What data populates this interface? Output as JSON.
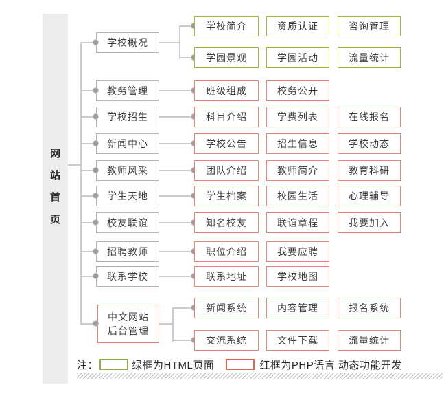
{
  "root": {
    "label": "网站首页",
    "chars": [
      "网",
      "站",
      "首",
      "页"
    ]
  },
  "tree": {
    "groups": [
      {
        "parent": "学校概况",
        "box_type": "green",
        "rows": [
          [
            "学校简介",
            "资质认证",
            "咨询管理"
          ],
          [
            "学园景观",
            "学园活动",
            "流量统计"
          ]
        ]
      },
      {
        "parent": "教务管理",
        "box_type": "red",
        "rows": [
          [
            "班级组成",
            "校务公开"
          ]
        ]
      },
      {
        "parent": "学校招生",
        "box_type": "red",
        "rows": [
          [
            "科目介绍",
            "学费列表",
            "在线报名"
          ]
        ]
      },
      {
        "parent": "新闻中心",
        "box_type": "red",
        "rows": [
          [
            "学校公告",
            "招生信息",
            "学校动态"
          ]
        ]
      },
      {
        "parent": "教师风采",
        "box_type": "red",
        "rows": [
          [
            "团队介绍",
            "教师简介",
            "教育科研"
          ]
        ]
      },
      {
        "parent": "学生天地",
        "box_type": "red",
        "rows": [
          [
            "学生档案",
            "校园生活",
            "心理辅导"
          ]
        ]
      },
      {
        "parent": "校友联谊",
        "box_type": "red",
        "rows": [
          [
            "知名校友",
            "联谊章程",
            "我要加入"
          ]
        ]
      },
      {
        "parent": "招聘教师",
        "box_type": "red",
        "rows": [
          [
            "职位介绍",
            "我要应聘"
          ]
        ]
      },
      {
        "parent": "联系学校",
        "box_type": "red",
        "rows": [
          [
            "联系地址",
            "学校地图"
          ]
        ]
      },
      {
        "parent": "中文网站后台管理",
        "parent_lines": [
          "中文网站",
          "后台管理"
        ],
        "box_type": "red",
        "rows": [
          [
            "新闻系统",
            "内容管理",
            "报名系统"
          ],
          [
            "交流系统",
            "文件下载",
            "流量统计"
          ]
        ]
      }
    ]
  },
  "legend": {
    "note_prefix": "注：",
    "green_label": "绿框为HTML页面",
    "red_label": "红框为PHP语言 动态功能开发"
  },
  "colors": {
    "green": "#9fb83c",
    "red": "#df8672",
    "legend-green": "#8fb236",
    "legend-red": "#e2674d",
    "gray-border": "#b4b4b4",
    "line": "#cbcbcb",
    "dot": "#9b9b9b",
    "dot-ring": "#c9c9c9",
    "text": "#3d3d3d",
    "root-bg": "#ececec"
  }
}
